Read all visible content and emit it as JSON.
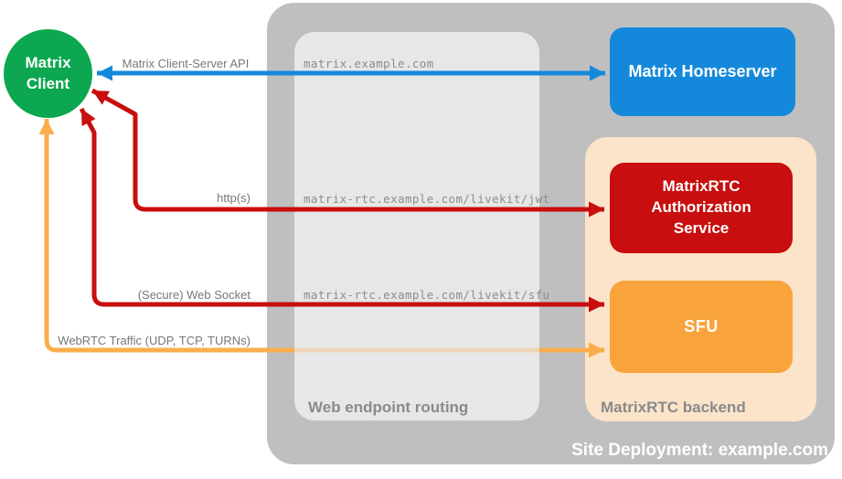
{
  "diagram": {
    "title": "Site Deployment: example.com",
    "client": {
      "label": "Matrix Client",
      "color": "#0CA750"
    },
    "homeserver": {
      "label": "Matrix Homeserver",
      "color": "#1489DB"
    },
    "routing": {
      "label": "Web endpoint routing",
      "color": "#E7E7E7",
      "endpoints": [
        "matrix.example.com",
        "matrix-rtc.example.com/livekit/jwt",
        "matrix-rtc.example.com/livekit/sfu"
      ]
    },
    "backend": {
      "label": "MatrixRTC backend",
      "color": "#FBE4C9",
      "services": [
        {
          "label": "MatrixRTC Authorization Service",
          "color": "#C80E0E"
        },
        {
          "label": "SFU",
          "color": "#F9A33C"
        }
      ]
    },
    "connections": [
      {
        "label": "Matrix Client-Server API",
        "color": "#1489DB",
        "from": "Matrix Client",
        "to": "Matrix Homeserver",
        "via": "matrix.example.com",
        "bidirectional": true
      },
      {
        "label": "http(s)",
        "color": "#C80E0E",
        "from": "Matrix Client",
        "to": "MatrixRTC Authorization Service",
        "via": "matrix-rtc.example.com/livekit/jwt",
        "bidirectional": true
      },
      {
        "label": "(Secure) Web Socket",
        "color": "#C80E0E",
        "from": "Matrix Client",
        "to": "SFU",
        "via": "matrix-rtc.example.com/livekit/sfu",
        "bidirectional": true
      },
      {
        "label": "WebRTC Traffic (UDP, TCP, TURNs)",
        "color": "#FAAD4D",
        "from": "Matrix Client",
        "to": "SFU",
        "via": null,
        "bidirectional": true
      }
    ],
    "container_color": "#BFBFBF"
  }
}
